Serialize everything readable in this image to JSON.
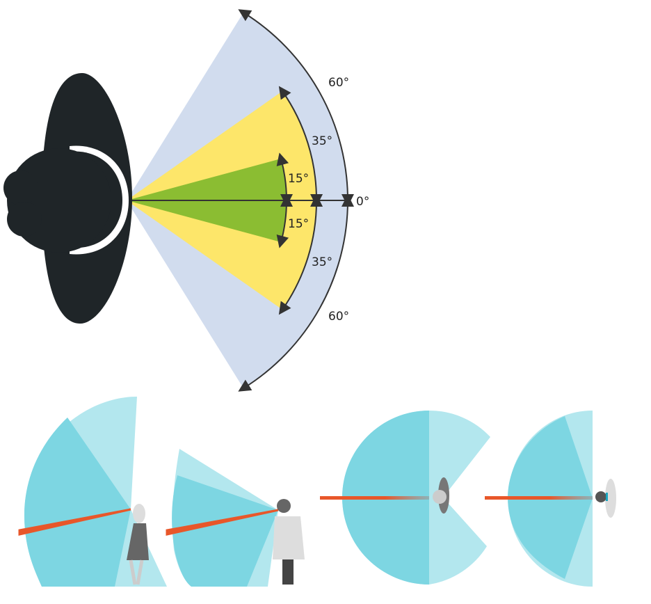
{
  "labels": {
    "top_60": "60°",
    "top_35": "35°",
    "top_15": "15°",
    "center_0": "0°",
    "bottom_15": "15°",
    "bottom_35": "35°",
    "bottom_60": "60°"
  },
  "colors": {
    "peripheral": "#d1dcee",
    "mid": "#fde66a",
    "central": "#8bbd32",
    "head": "#1f2528",
    "cone_dark": "#7dd6e2",
    "cone_light": "#b3e7ee",
    "gaze": "#e8572a"
  }
}
